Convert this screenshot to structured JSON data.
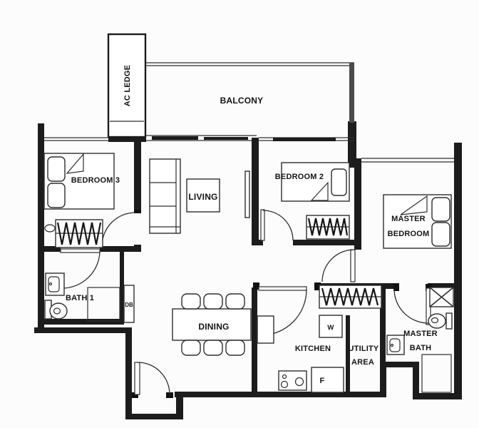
{
  "floorplan": {
    "labels": {
      "ac_ledge": "AC LEDGE",
      "balcony": "BALCONY",
      "living": "LIVING",
      "dining": "DINING",
      "bedroom_2": "BEDROOM 2",
      "bedroom_3": "BEDROOM 3",
      "master_bedroom_line1": "MASTER",
      "master_bedroom_line2": "BEDROOM",
      "bath_1": "BATH 1",
      "master_bath_line1": "MASTER",
      "master_bath_line2": "BATH",
      "kitchen": "KITCHEN",
      "utility_line1": "UTILITY",
      "utility_line2": "AREA",
      "washer": "W",
      "fridge": "F",
      "distribution_board": "DB"
    },
    "colors": {
      "background": "#fcfcfc",
      "wall": "#1c1c1c",
      "line": "#2e2e2e",
      "balcony_wall_gray": "#4a4a4a"
    }
  }
}
